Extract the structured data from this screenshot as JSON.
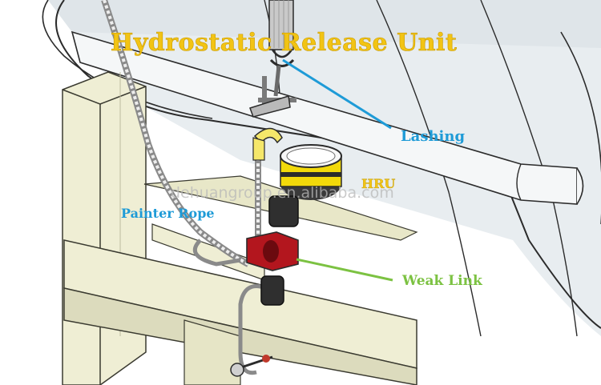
{
  "title": "Hydrostatic Release Unit",
  "labels": {
    "lashing": "Lashing",
    "hru": "HRU",
    "painter_rope": "Painter Rope",
    "weak_link": "Weak Link"
  },
  "watermark": "dehuangroup.en.alibaba.com",
  "colors": {
    "title": "#f2c414",
    "lashing_label": "#1e9bd7",
    "painter_label": "#1e9bd7",
    "weak_link_label": "#7cc242",
    "hru_label": "#f2c414",
    "canister": "#e9eef1",
    "cradle": "#eeeed5",
    "weak_link_body": "#b3161e",
    "hru_band": "#f2d90a"
  }
}
